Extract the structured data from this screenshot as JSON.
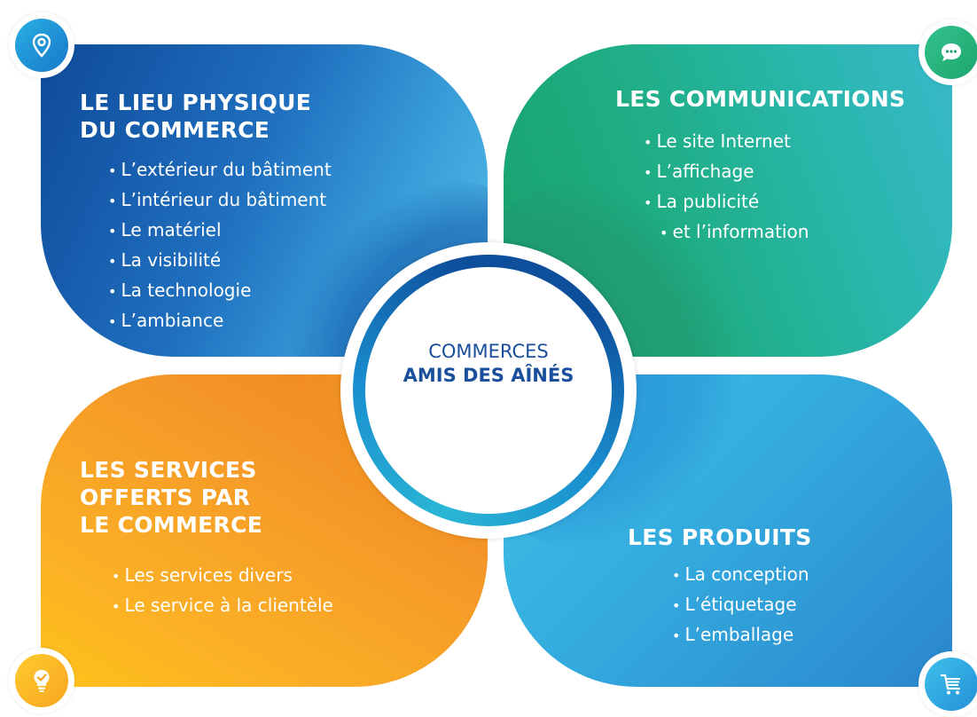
{
  "center": {
    "line1": "COMMERCES",
    "line2": "AMIS DES AÎNÉS"
  },
  "quadrants": {
    "top_left": {
      "title_lines": [
        "LE LIEU PHYSIQUE",
        "DU COMMERCE"
      ],
      "items": [
        "L’extérieur du bâtiment",
        "L’intérieur du bâtiment",
        "Le matériel",
        "La visibilité",
        "La technologie",
        "L’ambiance"
      ]
    },
    "top_right": {
      "title_lines": [
        "LES COMMUNICATIONS"
      ],
      "items": [
        "Le site Internet",
        "L’affichage",
        "La publicité",
        "et l’information"
      ]
    },
    "bottom_left": {
      "title_lines": [
        "LES SERVICES",
        "OFFERTS PAR",
        "LE COMMERCE"
      ],
      "items": [
        "Les services divers",
        "Le service à la clientèle"
      ]
    },
    "bottom_right": {
      "title_lines": [
        "LES PRODUITS"
      ],
      "items": [
        "La conception",
        "L’étiquetage",
        "L’emballage"
      ]
    }
  },
  "icons": {
    "top_left": "location-pin-icon",
    "top_right": "chat-bubble-icon",
    "bottom_left": "lightbulb-check-icon",
    "bottom_right": "shopping-cart-icon"
  },
  "colors": {
    "blue_dark": "#0f4a9a",
    "green": "#17a16b",
    "orange": "#f59a28",
    "light_blue": "#3fc3e8",
    "center_text": "#1a4f9c"
  }
}
